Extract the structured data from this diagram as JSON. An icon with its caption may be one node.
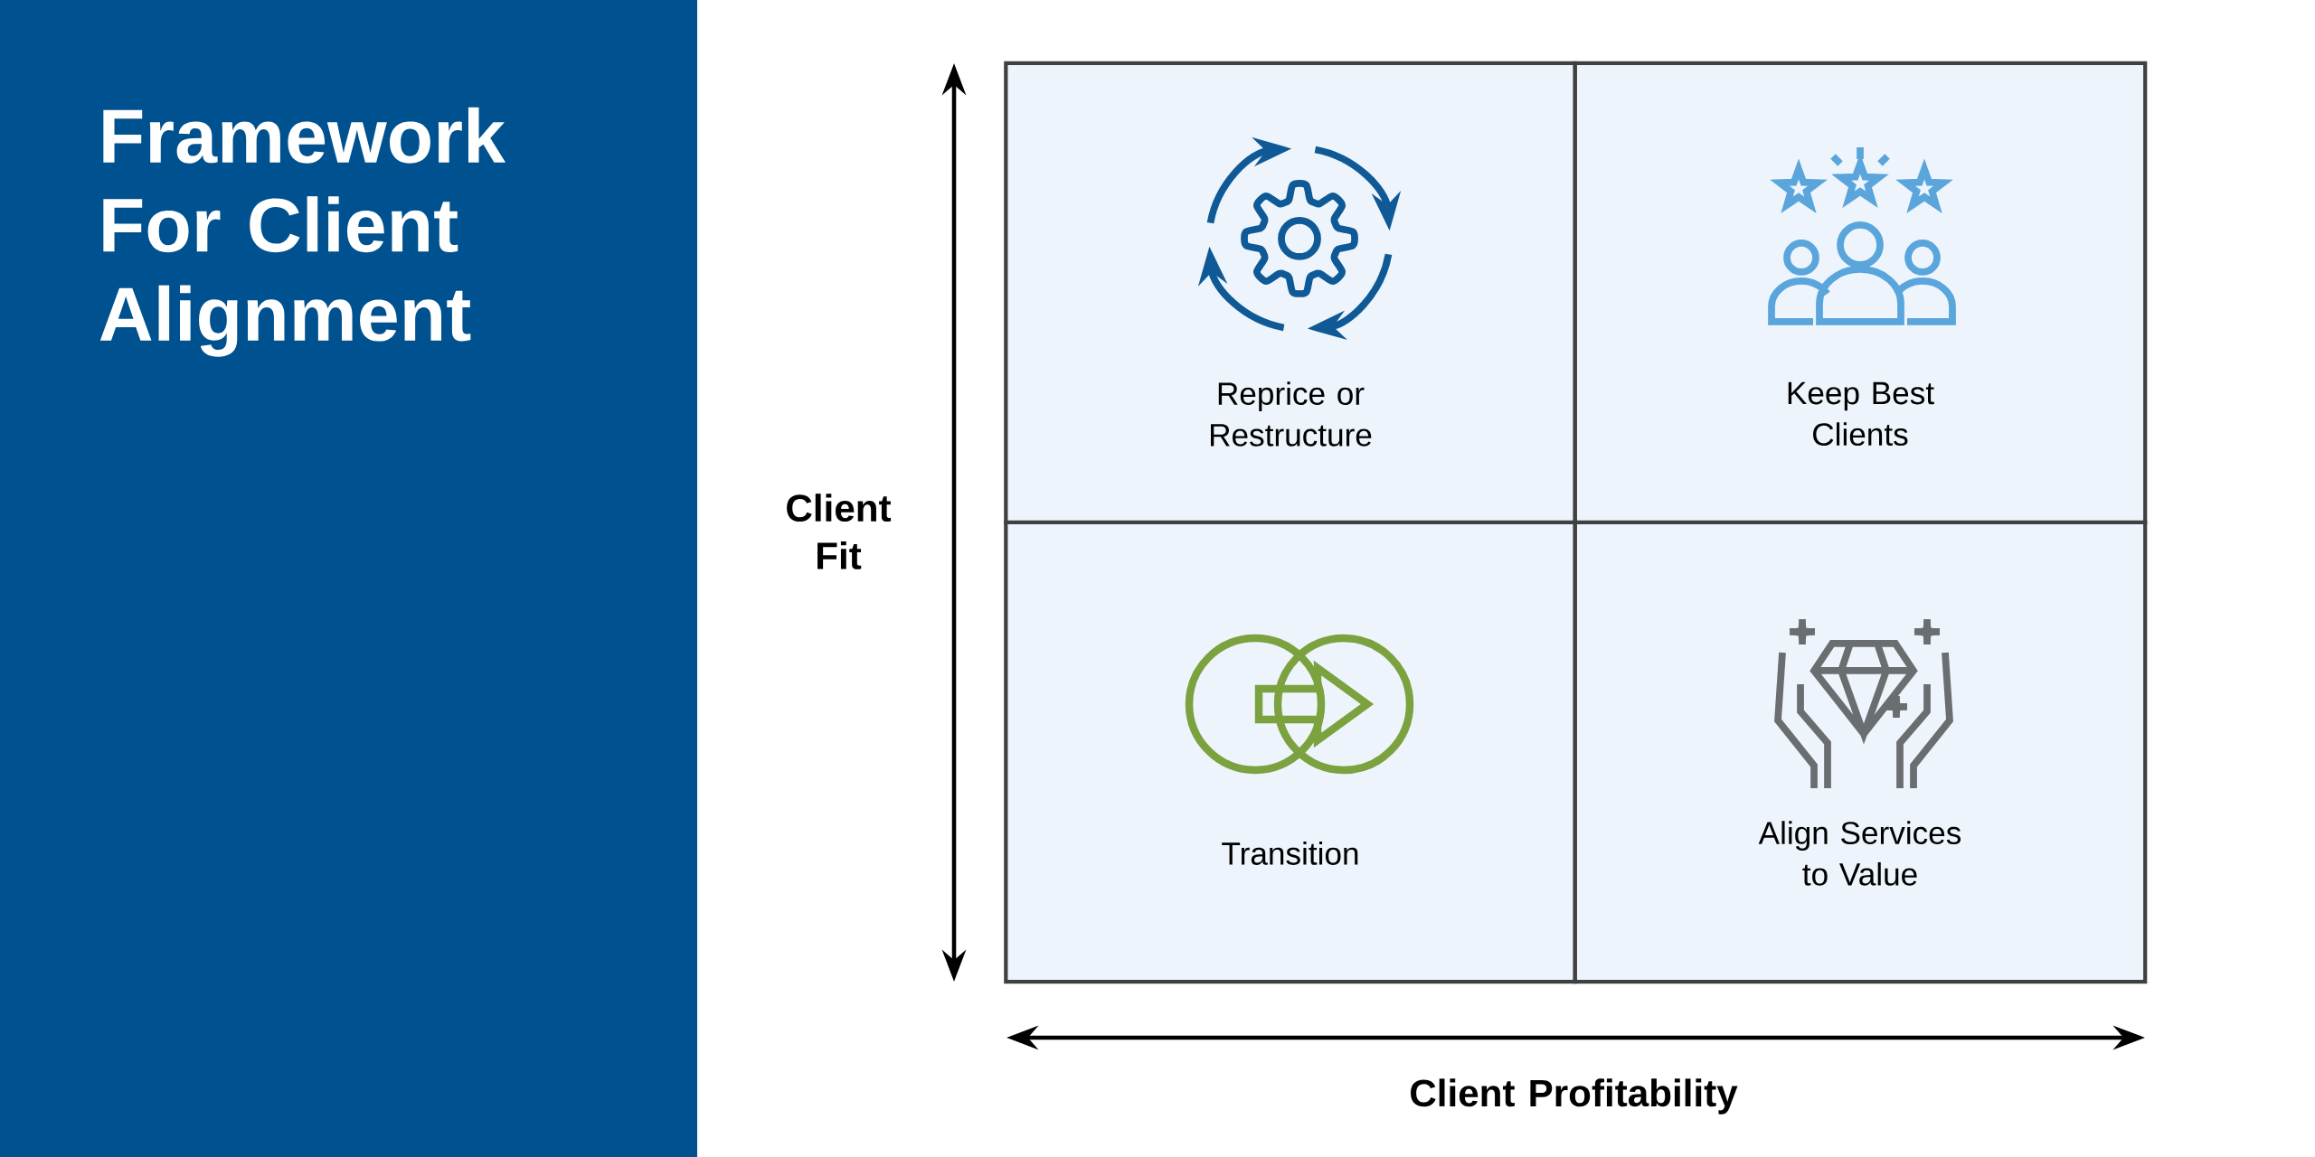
{
  "diagram": {
    "title": "Framework For Client Alignment",
    "nodes": [
      {
        "text": [
          "Reprice or Restructure"
        ]
      },
      {
        "text": [
          "Keep Best Clients"
        ]
      },
      {
        "text": [
          "Transition"
        ]
      },
      {
        "text": [
          "Align Services to Value"
        ]
      }
    ],
    "labels": [
      "Client Fit",
      "Client Profitability"
    ]
  }
}
